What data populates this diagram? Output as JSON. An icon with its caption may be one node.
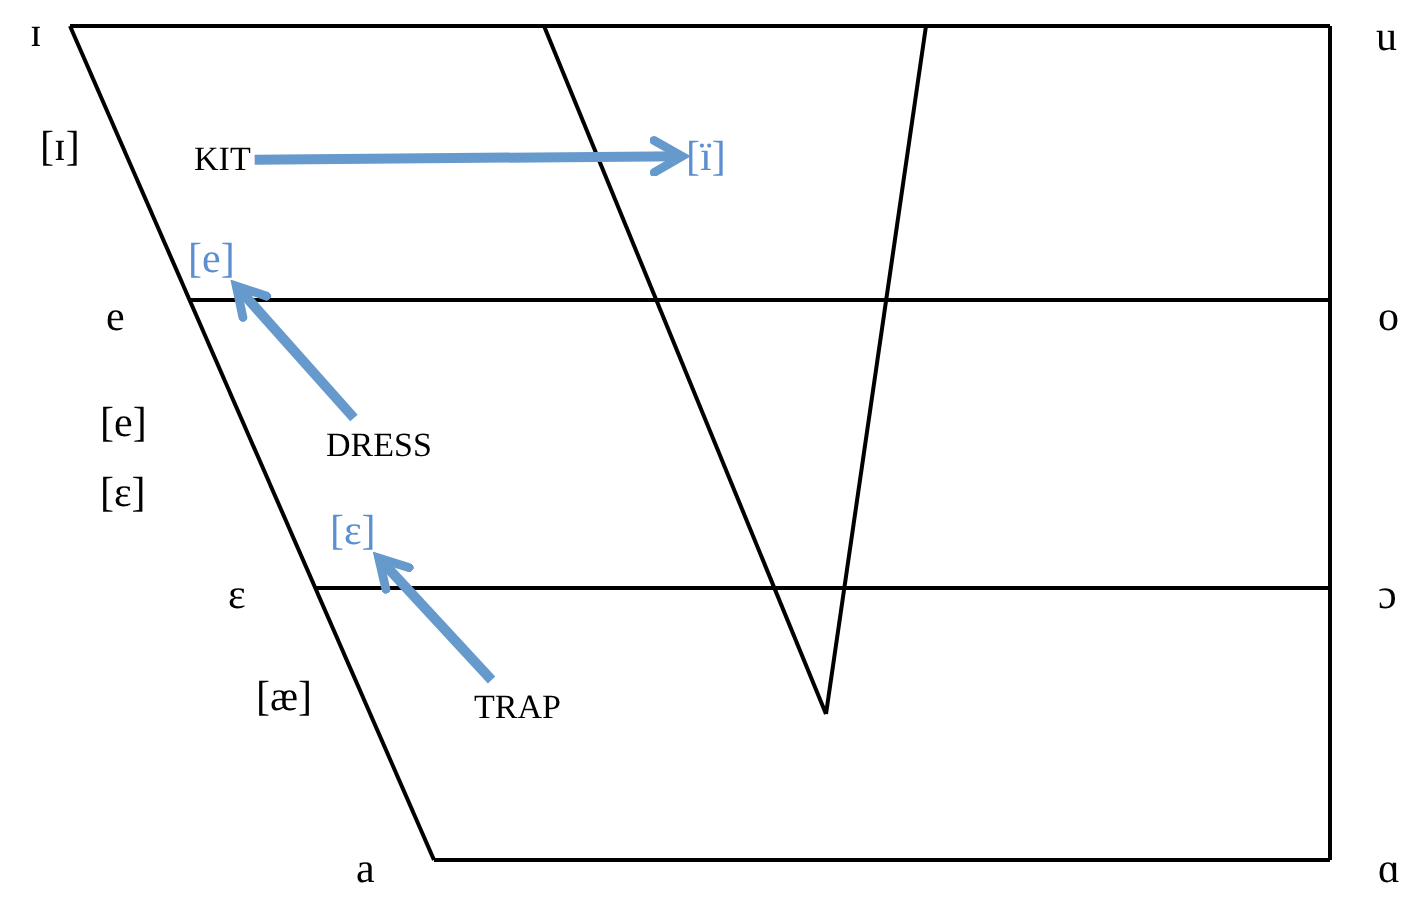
{
  "diagram": {
    "nodes": [
      {
        "text": [
          "KIT"
        ]
      },
      {
        "text": [
          "[ï]"
        ]
      },
      {
        "text": [
          "[e]"
        ]
      },
      {
        "text": [
          "DRESS"
        ]
      },
      {
        "text": [
          "[ɛ]"
        ]
      },
      {
        "text": [
          "TRAP"
        ]
      }
    ],
    "edges": [
      {
        "from": 0,
        "to": 1,
        "arrow": "to"
      },
      {
        "from": 3,
        "to": 2,
        "arrow": "to"
      },
      {
        "from": 5,
        "to": 4,
        "arrow": "to"
      }
    ],
    "labels": [
      "ɪ",
      "u",
      "[ɪ]",
      "e",
      "o",
      "[e]",
      "[ɛ]",
      "ɛ",
      "ɔ",
      "[æ]",
      "a",
      "ɑ"
    ]
  }
}
